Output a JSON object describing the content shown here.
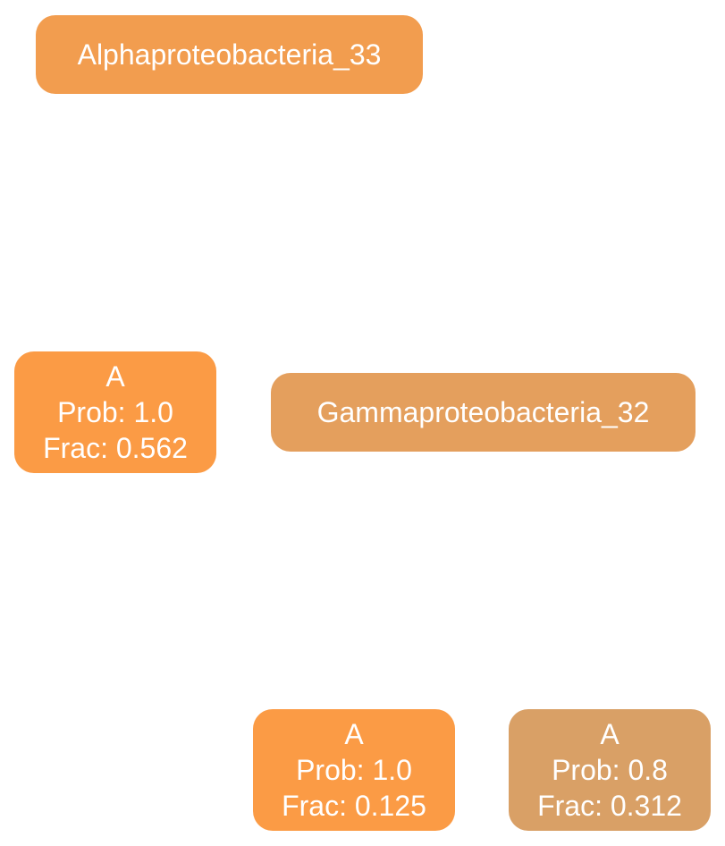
{
  "nodes": {
    "alpha": {
      "label": "Alphaproteobacteria_33",
      "color": "#F29D4F"
    },
    "gamma": {
      "label": "Gammaproteobacteria_32",
      "color": "#E49F5D"
    },
    "a1": {
      "name": "A",
      "prob": "Prob: 1.0",
      "frac": "Frac: 0.562",
      "color": "#FB9B45"
    },
    "a2": {
      "name": "A",
      "prob": "Prob: 1.0",
      "frac": "Frac: 0.125",
      "color": "#FB9B45"
    },
    "a3": {
      "name": "A",
      "prob": "Prob: 0.8",
      "frac": "Frac: 0.312",
      "color": "#D9A066"
    }
  }
}
